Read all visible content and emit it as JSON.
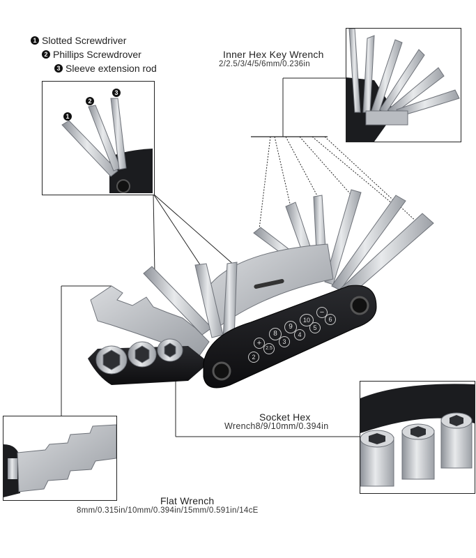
{
  "legend": {
    "items": [
      {
        "num": "1",
        "label": "Slotted Screwdriver"
      },
      {
        "num": "2",
        "label": "Phillips  Screwdrover"
      },
      {
        "num": "3",
        "label": "Sleeve  extension rod"
      }
    ]
  },
  "callouts": {
    "hex_title": "Inner Hex Key Wrench",
    "hex_sizes": "2/2.5/3/4/5/6mm/0.236in",
    "socket_title": "Socket Hex",
    "socket_sizes": "Wrench8/9/10mm/0.394in",
    "flat_title": "Flat Wrench",
    "flat_sizes": "8mm/0.315in/10mm/0.394in/15mm/0.591in/14cE"
  },
  "tool_markings": [
    "+",
    "8",
    "9",
    "10",
    "−",
    "2",
    "2.5",
    "3",
    "4",
    "5",
    "6"
  ],
  "inset_marks": [
    "1",
    "2",
    "3"
  ],
  "colors": {
    "metal": "#c9ccd0",
    "metal_dark": "#8a8f96",
    "body": "#1b1c1f",
    "line": "#222222"
  }
}
